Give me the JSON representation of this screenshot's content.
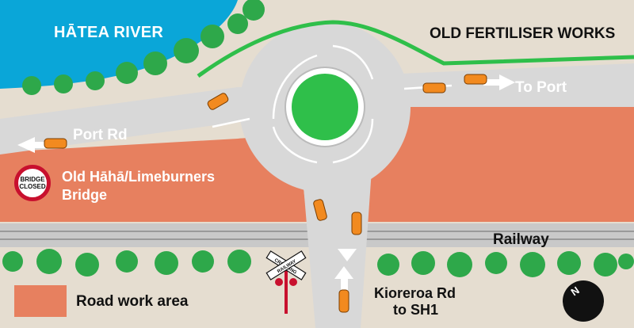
{
  "labels": {
    "river": "HĀTEA RIVER",
    "old_fertiliser_works": "OLD FERTILISER WORKS",
    "port_rd": "Port Rd",
    "to_port": "To Port",
    "bridge_name": "Old Hāhā/Limeburners Bridge",
    "railway": "Railway",
    "kioreroa_line1": "Kioreroa Rd",
    "kioreroa_line2": "to SH1"
  },
  "bridge_badge": {
    "line1": "BRIDGE",
    "line2": "CLOSED"
  },
  "railway_crossing_sign": {
    "line1": "CROSSING",
    "line2": "RAILWAY"
  },
  "legend": {
    "road_work_area": "Road work area"
  },
  "compass": {
    "north": "N"
  },
  "colors": {
    "river": "#0aa6d8",
    "road": "#dadada",
    "roadwork": "#e7805f",
    "roundabout_centre": "#2fbf4a",
    "trees": "#2ea84a",
    "ground": "#e5ddd0",
    "rail": "#c9c9c9",
    "bridge_closed_ring": "#c8102e"
  }
}
